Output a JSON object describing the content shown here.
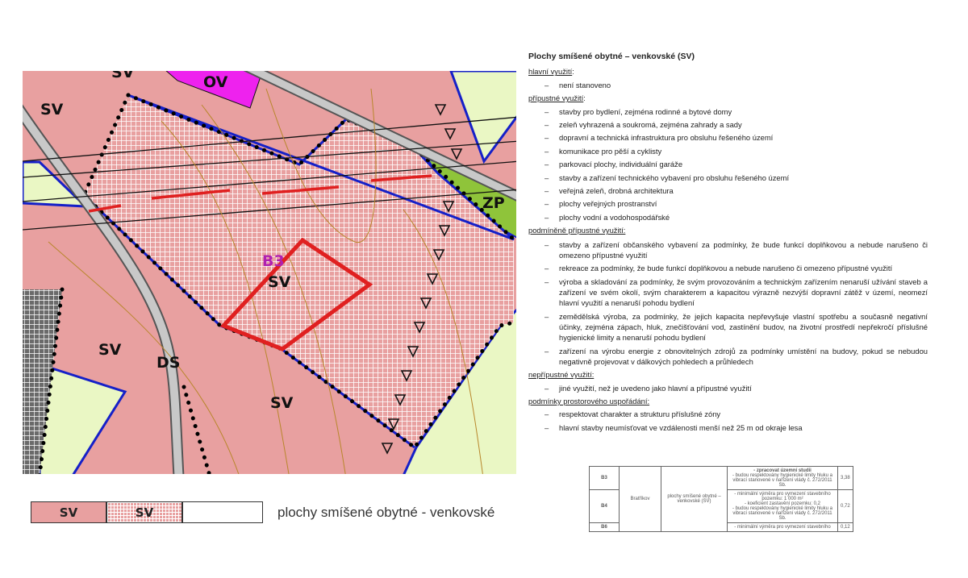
{
  "map": {
    "labels": {
      "sv_top_left": "SV",
      "sv_top": "SV",
      "ov": "OV",
      "zp": "ZP",
      "b3": "B3",
      "sv_b3": "SV",
      "sv_left": "SV",
      "ds": "DS",
      "sv_bottom": "SV"
    },
    "colors": {
      "sv_fill": "#e8a0a0",
      "ov_fill": "#ee22ee",
      "zp_fill": "#8fc43a",
      "meadow_fill": "#eaf7c4",
      "boundary_blue": "#1520c8",
      "plot_red": "#e02020",
      "road_gray": "#bdbdbd"
    }
  },
  "legend": {
    "solid_label": "SV",
    "hatched_label": "SV",
    "description": "plochy smíšené obytné - venkovské"
  },
  "regulation": {
    "title": "Plochy smíšené obytné – venkovské (SV)",
    "sections": [
      {
        "heading": "hlavní využití",
        "suffix": ":",
        "items": [
          "není stanoveno"
        ]
      },
      {
        "heading": "přípustné využití",
        "suffix": ":",
        "items": [
          "stavby pro bydlení, zejména rodinné a bytové domy",
          "zeleň vyhrazená a soukromá, zejména zahrady a sady",
          "dopravní a technická infrastruktura pro obsluhu řešeného území",
          "komunikace pro pěší a cyklisty",
          "parkovací plochy, individuální garáže",
          "stavby a zařízení technického vybavení pro obsluhu řešeného území",
          "veřejná zeleň, drobná architektura",
          "plochy veřejných prostranství",
          "plochy vodní a vodohospodářské"
        ]
      },
      {
        "heading": "podmíněně přípustné využití:",
        "suffix": "",
        "items": [
          "stavby a zařízení občanského vybavení za podmínky, že bude funkcí doplňkovou a nebude narušeno či omezeno přípustné využití",
          "rekreace za podmínky, že bude funkcí doplňkovou a nebude narušeno či omezeno přípustné využití",
          "výroba a skladování za podmínky, že svým provozováním a technickým zařízením nenaruší užívání staveb a zařízení ve svém okolí, svým charakterem a kapacitou výrazně nezvýší dopravní zátěž v území, neomezí hlavní využití a nenaruší pohodu bydlení",
          "zemědělská výroba, za podmínky, že jejich kapacita nepřevyšuje vlastní spotřebu a současně negativní účinky, zejména zápach, hluk, znečišťování vod, zastínění budov, na životní prostředí nepřekročí příslušné hygienické limity a nenaruší pohodu bydlení",
          "zařízení na výrobu energie z obnovitelných zdrojů za podmínky umístění na budovy, pokud se nebudou negativně projevovat v dálkových pohledech a průhledech"
        ]
      },
      {
        "heading": "nepřípustné využití:",
        "suffix": "",
        "items": [
          "jiné využití, než je uvedeno jako hlavní a přípustné využití"
        ]
      },
      {
        "heading": "podmínky prostorového uspořádání:",
        "suffix": "",
        "items": [
          "respektovat charakter a strukturu příslušné zóny",
          "hlavní stavby neumísťovat ve vzdálenosti menší než 25 m od okraje lesa"
        ]
      }
    ]
  },
  "table": {
    "rows": [
      {
        "code": "B3",
        "locality": "Bratříkov",
        "conditions": [
          "- zpracovat územní studii",
          "- budou respektovány hygienické limity hluku a vibrací stanovené v nařízení vlády č. 272/2011 Sb."
        ],
        "area": "3,38"
      },
      {
        "code": "B4",
        "conditions": [
          "- minimální výměra pro vymezení stavebního pozemku: 1 000 m²",
          "- koeficient zastavění pozemku: 0,2",
          "- budou respektovány hygienické limity hluku a vibrací stanovené v nařízení vlády č. 272/2011 Sb."
        ],
        "area": "0,72"
      },
      {
        "code": "B6",
        "conditions": [
          "- minimální výměra pro vymezení stavebního"
        ],
        "area": "0,12"
      }
    ],
    "usage": "plochy smíšené obytné – venkovské (SV)"
  }
}
